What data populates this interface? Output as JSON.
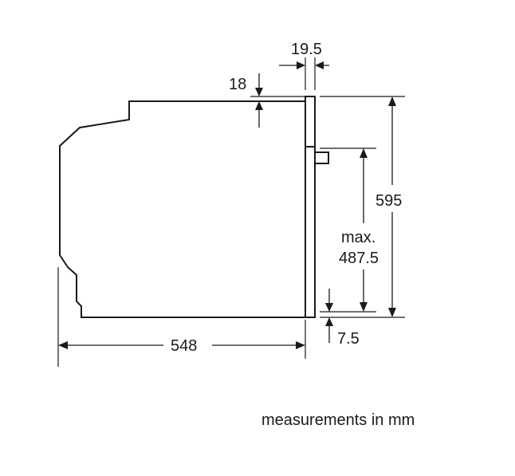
{
  "dimensions": {
    "top_offset": "19.5",
    "top_gap": "18",
    "height": "595",
    "max_label": "max.",
    "max_value": "487.5",
    "bottom_offset": "7.5",
    "depth": "548"
  },
  "caption": "measurements in mm",
  "colors": {
    "line": "#1a1a1a",
    "background": "#ffffff"
  }
}
